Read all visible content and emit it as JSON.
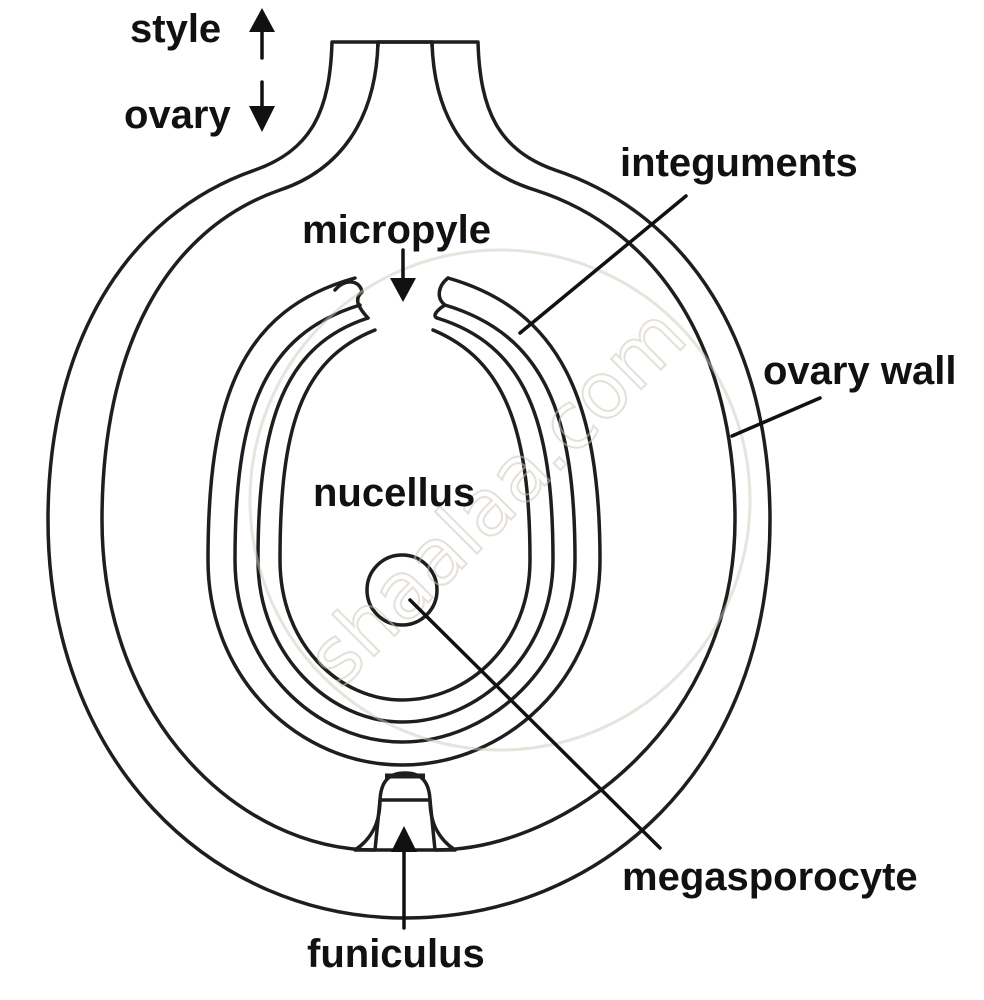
{
  "labels": {
    "style": "style",
    "ovary": "ovary",
    "integuments": "integuments",
    "micropyle": "micropyle",
    "ovary_wall": "ovary wall",
    "nucellus": "nucellus",
    "megasporocyte": "megasporocyte",
    "funiculus": "funiculus"
  },
  "watermark": {
    "text": "shaalaa.com"
  },
  "colors": {
    "wall_fill": "#f8d8a0",
    "interior_fill": "#fdf0dc",
    "line": "#1e1e1e",
    "watermark": "#cfc7bb"
  }
}
